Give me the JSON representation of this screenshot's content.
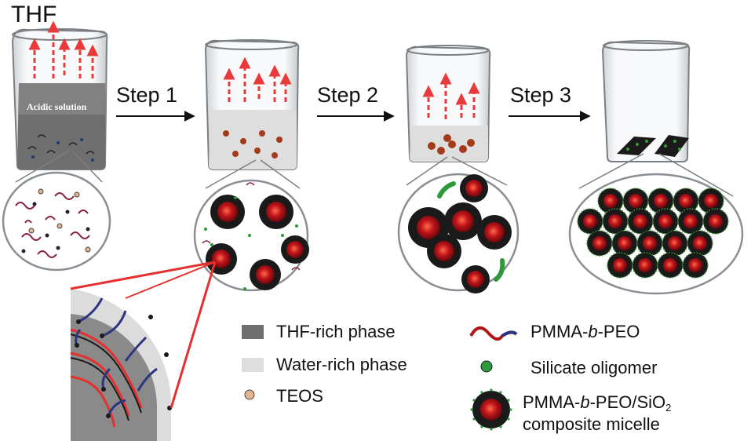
{
  "labels": {
    "thf": "THF",
    "acidic_solution": "Acidic solution",
    "step1": "Step 1",
    "step2": "Step 2",
    "step3": "Step 3"
  },
  "legend": {
    "thf_rich": "THF-rich phase",
    "water_rich": "Water-rich phase",
    "teos": "TEOS",
    "pmma_prefix": "PMMA-",
    "pmma_b": "b",
    "pmma_suffix": "-PEO",
    "silicate": "Silicate oligomer",
    "composite_prefix": "PMMA-",
    "composite_b": "b",
    "composite_mid": "-PEO/SiO",
    "composite_sub": "2",
    "composite_line2": "composite micelle"
  },
  "colors": {
    "thf_phase": "#6f6f6f",
    "water_phase": "#dedede",
    "micelle_core": "#c0151b",
    "micelle_shell": "#1a1a1a",
    "silicate": "#2e9a3c",
    "arrow_red": "#e83a3a",
    "pmma": "#b01818",
    "peo": "#2c3580",
    "teos": "#e3b58f"
  }
}
